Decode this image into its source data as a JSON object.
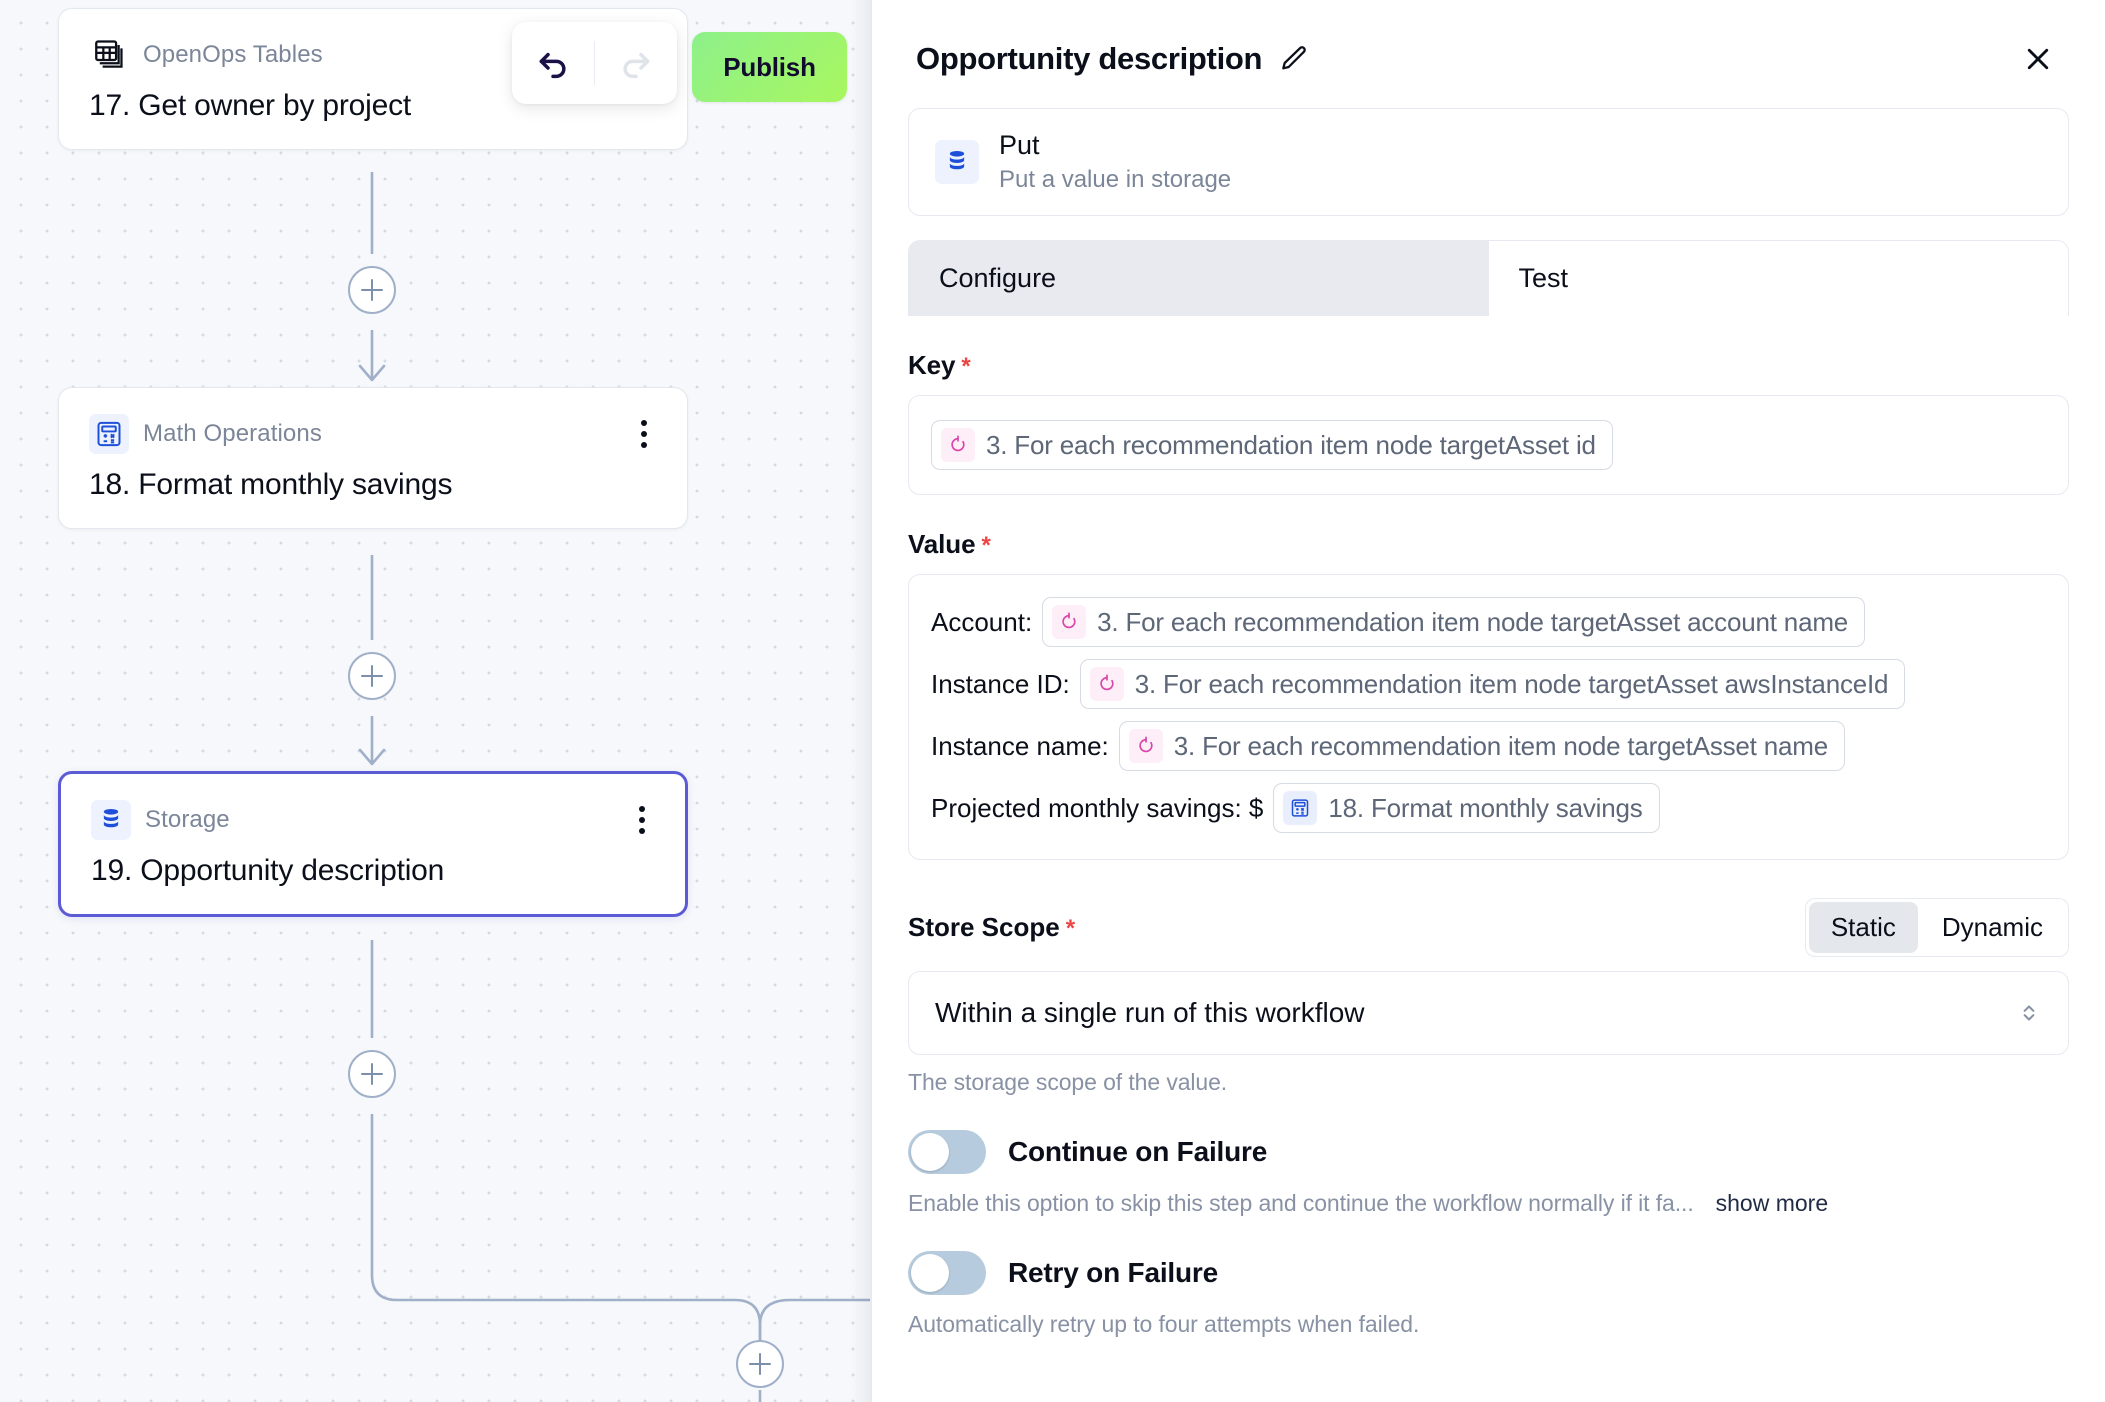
{
  "canvas": {
    "nodes": [
      {
        "type": "OpenOps Tables",
        "title": "17. Get owner by project",
        "icon": "tables-icon",
        "selected": false,
        "has_menu": false
      },
      {
        "type": "Math Operations",
        "title": "18. Format monthly savings",
        "icon": "calculator-icon",
        "selected": false,
        "has_menu": true
      },
      {
        "type": "Storage",
        "title": "19. Opportunity description",
        "icon": "database-icon",
        "selected": true,
        "has_menu": true
      }
    ],
    "toolbar": {
      "undo_icon": "undo-icon",
      "redo_icon": "redo-icon",
      "publish_label": "Publish",
      "publish_color": "#a8f75f"
    },
    "add_step_label": "+"
  },
  "panel": {
    "title": "Opportunity description",
    "edit_icon": "pencil-icon",
    "close_icon": "close-icon",
    "action": {
      "icon": "database-icon",
      "name": "Put",
      "description": "Put a value in storage"
    },
    "tabs": [
      {
        "label": "Configure",
        "active": true
      },
      {
        "label": "Test",
        "active": false
      }
    ],
    "key_field": {
      "label": "Key",
      "required": "*",
      "chip": {
        "icon": "loop-icon",
        "text": "3. For each recommendation item node targetAsset id"
      }
    },
    "value_field": {
      "label": "Value",
      "required": "*",
      "rows": [
        {
          "label": "Account:",
          "chip_icon": "loop-icon",
          "chip_text": "3. For each recommendation item node targetAsset account name"
        },
        {
          "label": "Instance ID:",
          "chip_icon": "loop-icon",
          "chip_text": "3. For each recommendation item node targetAsset awsInstanceId"
        },
        {
          "label": "Instance name:",
          "chip_icon": "loop-icon",
          "chip_text": "3. For each recommendation item node targetAsset name"
        },
        {
          "label": "Projected monthly savings: $",
          "chip_icon": "calculator-icon",
          "chip_text": "18. Format monthly savings"
        }
      ]
    },
    "store_scope": {
      "label": "Store Scope",
      "required": "*",
      "segments": [
        {
          "label": "Static",
          "active": true
        },
        {
          "label": "Dynamic",
          "active": false
        }
      ],
      "selected_option": "Within a single run of this workflow",
      "hint": "The storage scope of the value."
    },
    "continue_on_failure": {
      "label": "Continue on Failure",
      "enabled": false,
      "description": "Enable this option to skip this step and continue the workflow normally if it fa...",
      "show_more_label": "show more"
    },
    "retry_on_failure": {
      "label": "Retry on Failure",
      "enabled": false,
      "description": "Automatically retry up to four attempts when failed."
    }
  }
}
